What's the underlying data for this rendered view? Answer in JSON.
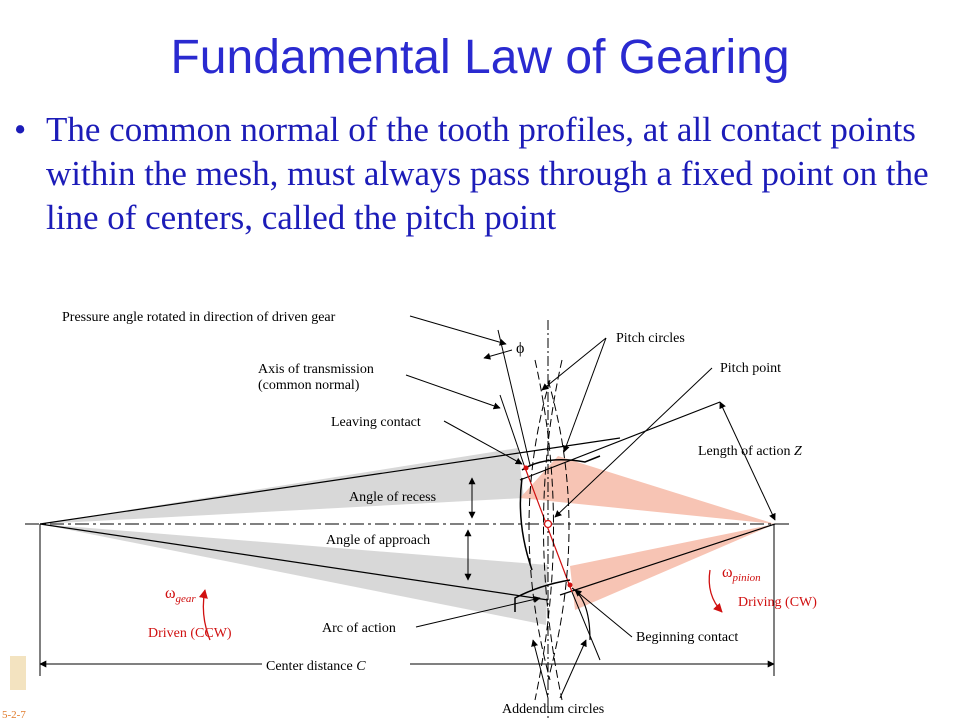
{
  "slide": {
    "title": "Fundamental Law of Gearing",
    "bullet_symbol": "•",
    "bullet": "The common normal of the tooth profiles, at all contact points within the mesh, must always pass through a fixed point on the line of centers, called the pitch point"
  },
  "diagram": {
    "labels": {
      "pressure_angle": "Pressure angle rotated in direction of driven gear",
      "phi": "ϕ",
      "pitch_circles": "Pitch circles",
      "axis_transmission_1": "Axis of transmission",
      "axis_transmission_2": "(common normal)",
      "pitch_point": "Pitch point",
      "leaving_contact": "Leaving contact",
      "length_of_action": "Length of action",
      "length_of_action_symbol": "Z",
      "angle_of_recess": "Angle of recess",
      "angle_of_approach": "Angle of approach",
      "omega_gear_symbol": "ω",
      "omega_gear_sub": "gear",
      "driven": "Driven (CCW)",
      "omega_pinion_symbol": "ω",
      "omega_pinion_sub": "pinion",
      "driving": "Driving (CW)",
      "arc_of_action": "Arc of action",
      "beginning_contact": "Beginning contact",
      "center_distance": "Center distance",
      "center_distance_symbol": "C",
      "addendum_circles": "Addendum circles",
      "corner_fragment": "5-2-7"
    },
    "colors": {
      "title": "#2a2ad0",
      "bullet_text": "#1c1cb8",
      "line": "#000000",
      "annotation_red": "#d01010",
      "gear_shade": "#d8d8d8",
      "pinion_shade": "#f7c4b4",
      "orange_fragment": "#e07a2a"
    }
  }
}
